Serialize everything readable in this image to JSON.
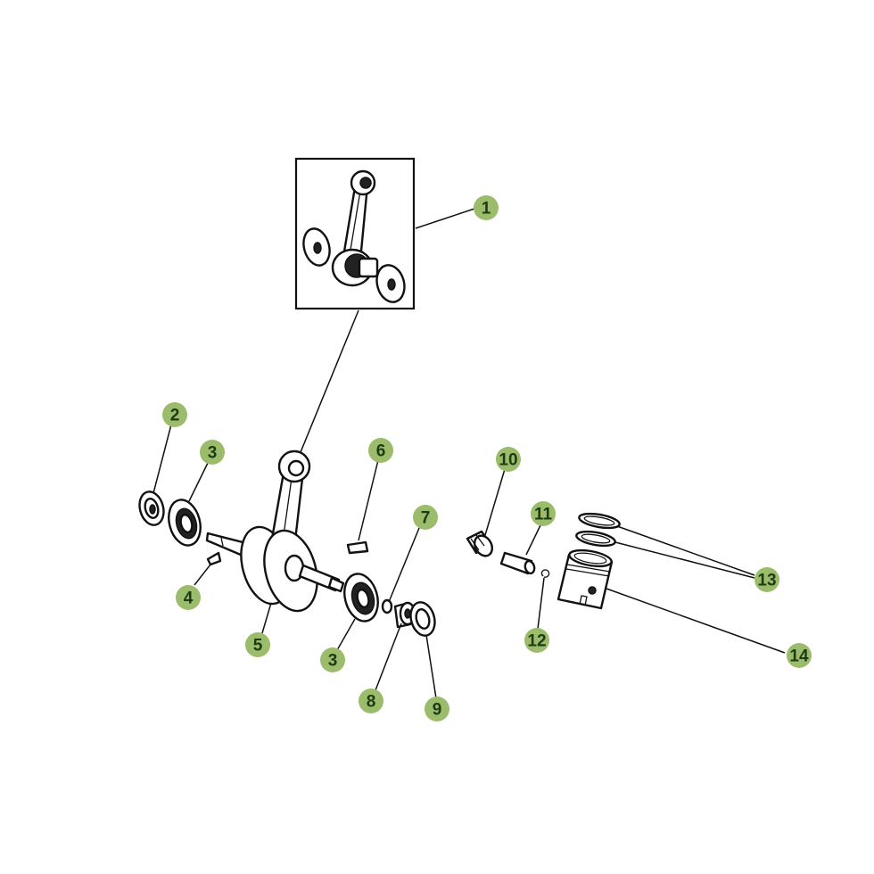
{
  "diagram": {
    "accent_color": "#9bbd6b",
    "callout_text_color": "#1f3a12",
    "callouts": [
      {
        "id": "c1",
        "label": "1"
      },
      {
        "id": "c2",
        "label": "2"
      },
      {
        "id": "c3a",
        "label": "3"
      },
      {
        "id": "c3b",
        "label": "3"
      },
      {
        "id": "c4",
        "label": "4"
      },
      {
        "id": "c5",
        "label": "5"
      },
      {
        "id": "c6",
        "label": "6"
      },
      {
        "id": "c7",
        "label": "7"
      },
      {
        "id": "c8",
        "label": "8"
      },
      {
        "id": "c9",
        "label": "9"
      },
      {
        "id": "c10",
        "label": "10"
      },
      {
        "id": "c11",
        "label": "11"
      },
      {
        "id": "c12",
        "label": "12"
      },
      {
        "id": "c13",
        "label": "13"
      },
      {
        "id": "c14",
        "label": "14"
      }
    ]
  }
}
